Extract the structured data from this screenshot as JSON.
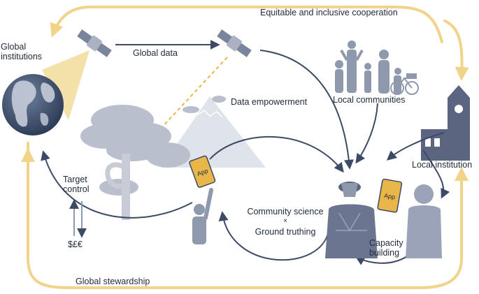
{
  "labels": {
    "top_flow": "Equitable and inclusive cooperation",
    "global_institutions": "Global\ninstitutions",
    "global_data": "Global data",
    "data_empowerment": "Data empowerment",
    "local_communities": "Local communities",
    "local_institution": "Local institution",
    "target_control": "Target\ncontrol",
    "money": "$£€",
    "community_science_line1": "Community science",
    "community_science_x": "×",
    "community_science_line2": "Ground truthing",
    "capacity_building": "Capacity\nbuilding",
    "global_stewardship": "Global stewardship",
    "app_left": "App",
    "app_right": "App"
  },
  "colors": {
    "loop_yellow": "#f1d48a",
    "arrow_navy": "#3d4a66",
    "figure_gray": "#9aa3b8",
    "figure_dark": "#5b6580",
    "tree_gray": "#b9bfcc",
    "globe_dark": "#3e4f6a",
    "app_gold": "#e9b64a",
    "beam_yellow": "#f2dc9a"
  },
  "icons": [
    "satellite-icon",
    "globe-icon",
    "tree-icon",
    "mountain-icon",
    "phone-app-icon",
    "people-group-icon",
    "bicycle-icon",
    "building-icon",
    "person-icon"
  ]
}
